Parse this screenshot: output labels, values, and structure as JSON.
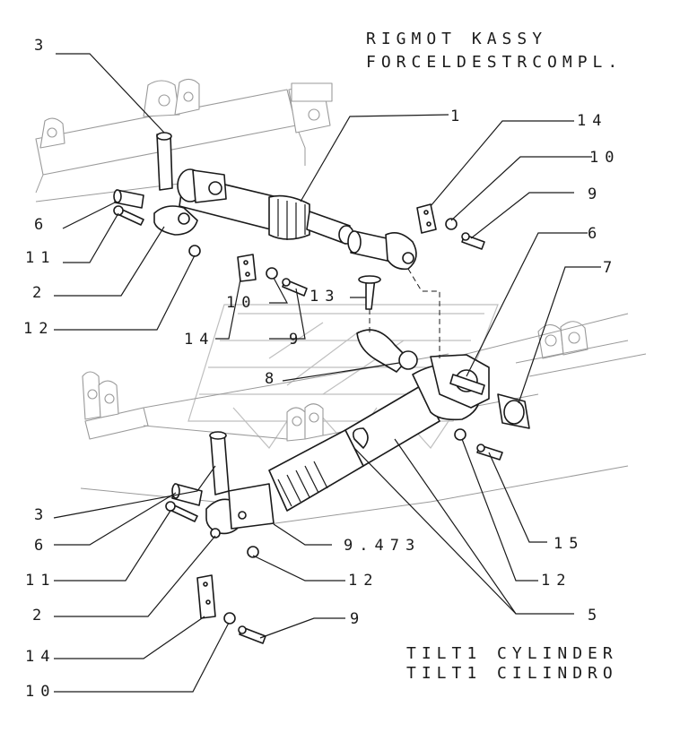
{
  "titles": {
    "top_line1": "RIGMOT KASSY",
    "top_line2": "FORCELDESTRCOMPL.",
    "bottom_line1": "TILT1 CYLINDER",
    "bottom_line2": "TILT1 CILINDRO"
  },
  "callouts": [
    {
      "id": "c-3-top",
      "text": "3"
    },
    {
      "id": "c-1",
      "text": "1"
    },
    {
      "id": "c-14-top",
      "text": "14"
    },
    {
      "id": "c-10-top",
      "text": "10"
    },
    {
      "id": "c-9-top",
      "text": "9"
    },
    {
      "id": "c-6-top",
      "text": "6"
    },
    {
      "id": "c-11-top",
      "text": "11"
    },
    {
      "id": "c-2-top",
      "text": "2"
    },
    {
      "id": "c-12-top",
      "text": "12"
    },
    {
      "id": "c-14-mid",
      "text": "14"
    },
    {
      "id": "c-10-mid",
      "text": "10"
    },
    {
      "id": "c-9-mid",
      "text": "9"
    },
    {
      "id": "c-13",
      "text": "13"
    },
    {
      "id": "c-6-right",
      "text": "6"
    },
    {
      "id": "c-7",
      "text": "7"
    },
    {
      "id": "c-8",
      "text": "8"
    },
    {
      "id": "c-3-bot",
      "text": "3"
    },
    {
      "id": "c-6-bot",
      "text": "6"
    },
    {
      "id": "c-11-bot",
      "text": "11"
    },
    {
      "id": "c-9473",
      "text": "9.473"
    },
    {
      "id": "c-12-mid",
      "text": "12"
    },
    {
      "id": "c-15",
      "text": "15"
    },
    {
      "id": "c-12-right",
      "text": "12"
    },
    {
      "id": "c-2-bot",
      "text": "2"
    },
    {
      "id": "c-5",
      "text": "5"
    },
    {
      "id": "c-14-bot",
      "text": "14"
    },
    {
      "id": "c-9-bot",
      "text": "9"
    },
    {
      "id": "c-10-bot",
      "text": "10"
    }
  ]
}
